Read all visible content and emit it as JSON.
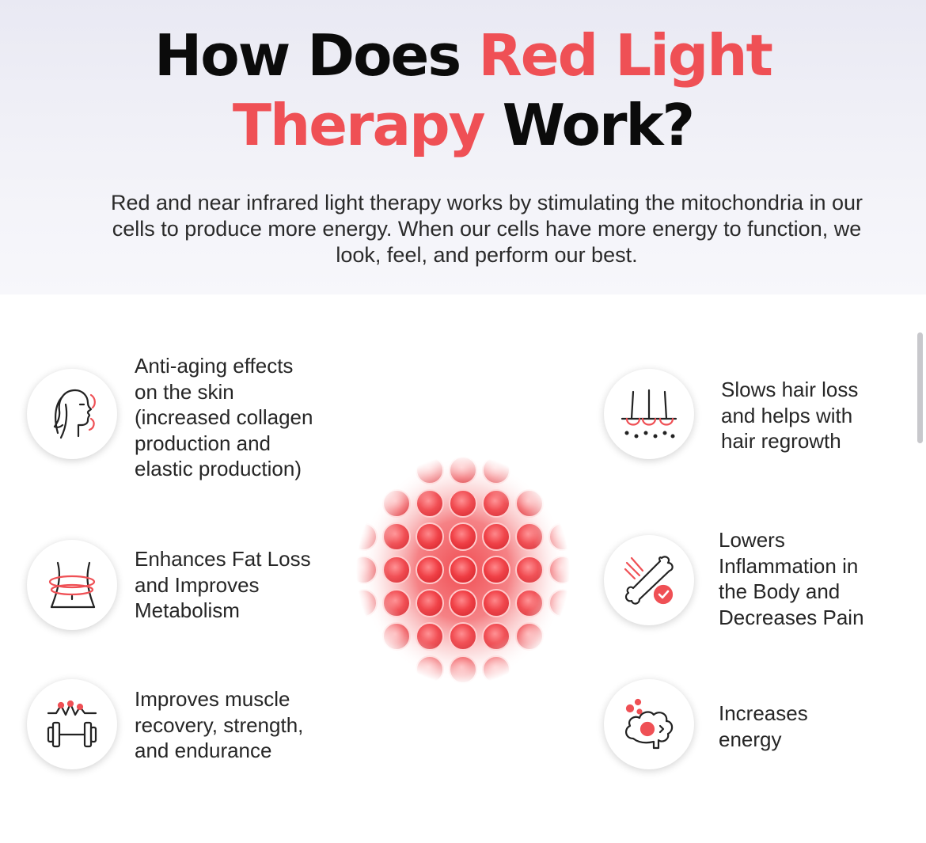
{
  "header": {
    "title_part1": "How Does ",
    "title_accent1": "Red Light",
    "title_accent2": "Therapy",
    "title_part2": " Work?",
    "intro": "Red and near infrared light therapy works by stimulating the mitochondria in our cells to produce more energy. When our cells have more energy to function, we look, feel, and perform our best."
  },
  "colors": {
    "accent": "#ef5055",
    "text": "#1f1f1f",
    "hero_background": "#eeeef6"
  },
  "features": {
    "left": [
      {
        "icon": "face-profile-icon",
        "text": "Anti-aging effects\non the skin\n(increased collagen\nproduction and\nelastic production)"
      },
      {
        "icon": "waist-measure-icon",
        "text": "Enhances Fat Loss\nand Improves\nMetabolism"
      },
      {
        "icon": "dumbbell-icon",
        "text": "Improves muscle\nrecovery, strength,\nand endurance"
      }
    ],
    "right": [
      {
        "icon": "hair-follicle-icon",
        "text": "Slows hair loss\nand helps with\nhair regrowth"
      },
      {
        "icon": "bone-check-icon",
        "text": "Lowers\nInflammation in\nthe Body and\nDecreases Pain"
      },
      {
        "icon": "brain-energy-icon",
        "text": "Increases\nenergy"
      }
    ]
  },
  "center_graphic": {
    "icon": "red-light-panel-icon"
  }
}
